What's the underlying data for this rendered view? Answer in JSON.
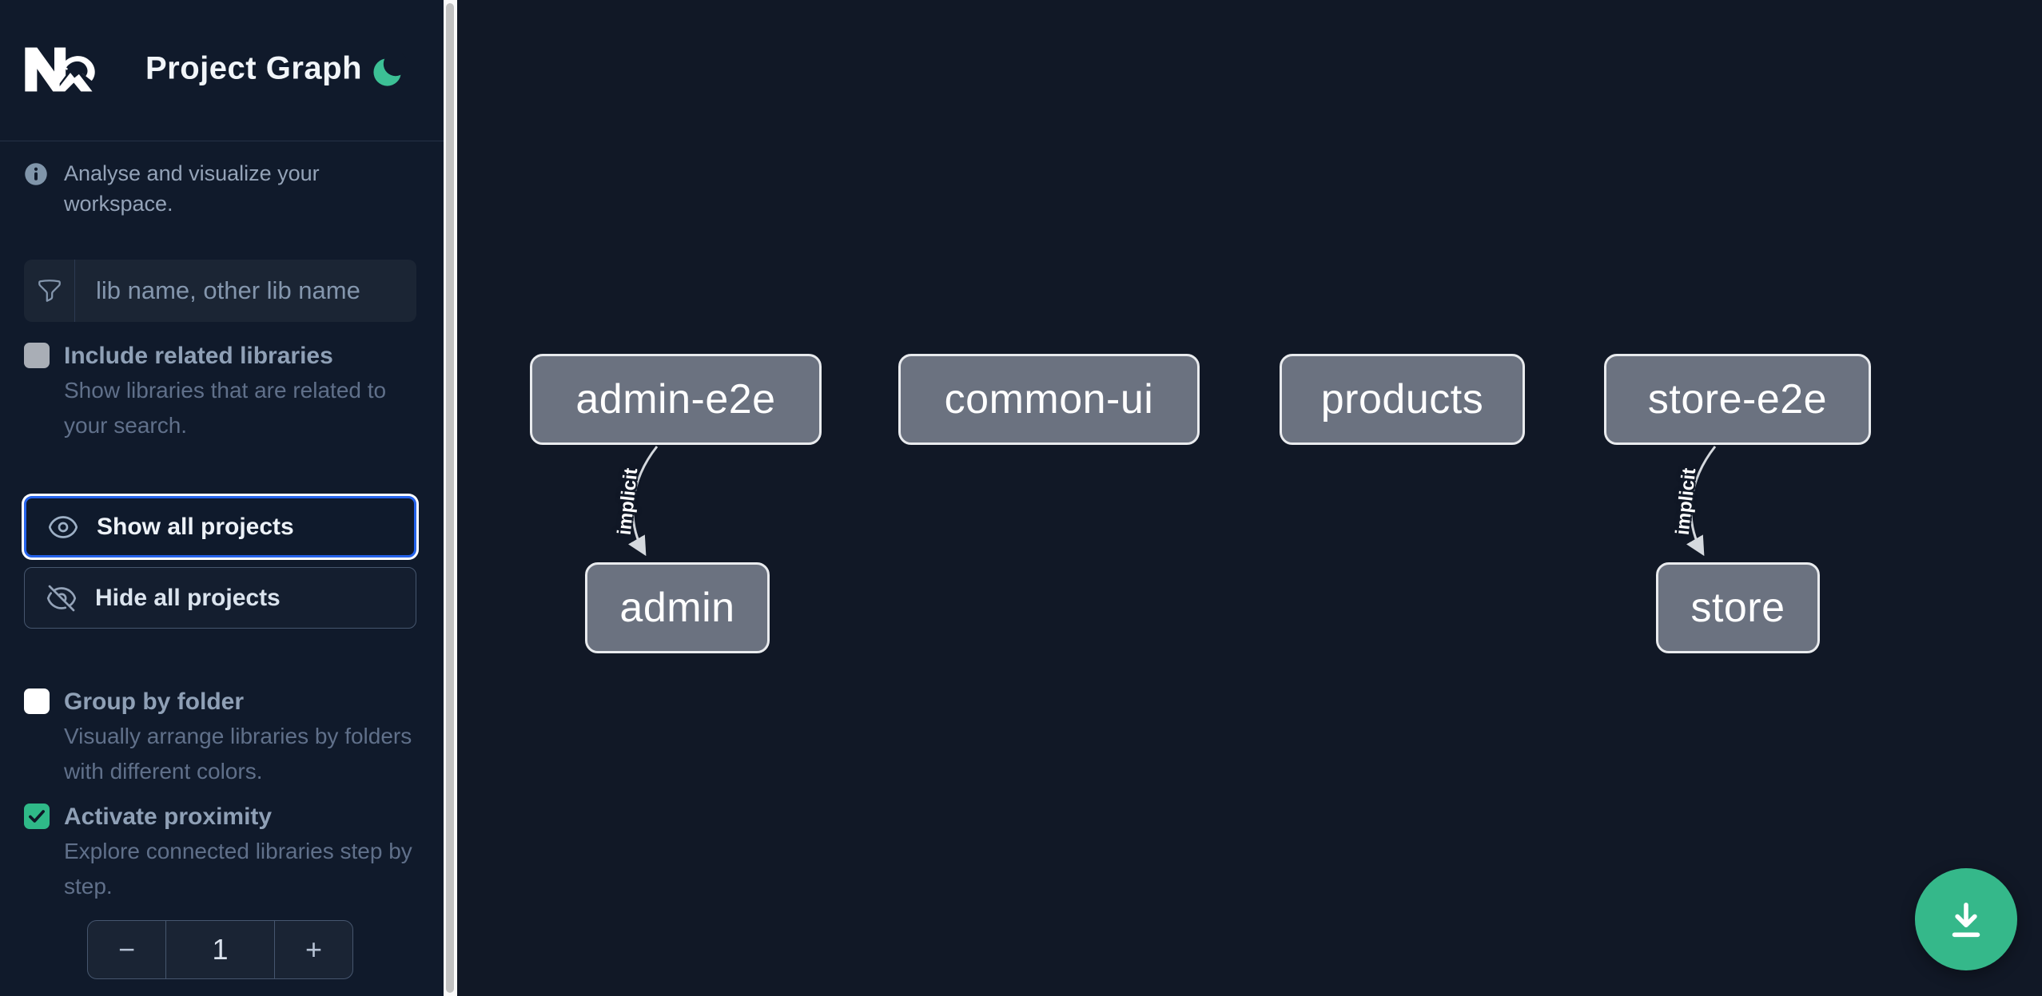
{
  "header": {
    "title": "Project Graph"
  },
  "sidebar": {
    "info_text": "Analyse and visualize your workspace.",
    "search": {
      "placeholder": "lib name, other lib name",
      "value": ""
    },
    "toggles": [
      {
        "label": "Include related libraries",
        "description": "Show libraries that are related to your search.",
        "checked": false
      },
      {
        "label": "Group by folder",
        "description": "Visually arrange libraries by folders with different colors.",
        "checked": false
      },
      {
        "label": "Activate proximity",
        "description": "Explore connected libraries step by step.",
        "checked": true
      }
    ],
    "buttons": [
      {
        "label": "Show all projects",
        "focused": true
      },
      {
        "label": "Hide all projects",
        "focused": false
      }
    ],
    "stepper": {
      "decrement": "−",
      "value": "1",
      "increment": "+"
    }
  },
  "graph": {
    "nodes": [
      {
        "label": "admin-e2e"
      },
      {
        "label": "common-ui"
      },
      {
        "label": "products"
      },
      {
        "label": "store-e2e"
      },
      {
        "label": "admin"
      },
      {
        "label": "store"
      }
    ],
    "edges": [
      {
        "from": "admin-e2e",
        "to": "admin",
        "label": "implicit"
      },
      {
        "from": "store-e2e",
        "to": "store",
        "label": "implicit"
      }
    ]
  },
  "icons": {
    "logo": "nx-logo",
    "theme": "moon-icon",
    "info": "info-circle-icon",
    "search": "funnel-icon",
    "show": "eye-icon",
    "hide": "eye-slash-icon",
    "fab": "download-icon"
  },
  "colors": {
    "background": "#111826",
    "sidebar_background": "#101a2b",
    "accent_green": "#35b88a",
    "checkbox_green": "#2fb988",
    "moon_green": "#3cc095",
    "focus_blue": "#2563eb",
    "node_fill": "#6b7280",
    "node_border": "#e9ebee",
    "edge_color": "#d5d9de"
  }
}
